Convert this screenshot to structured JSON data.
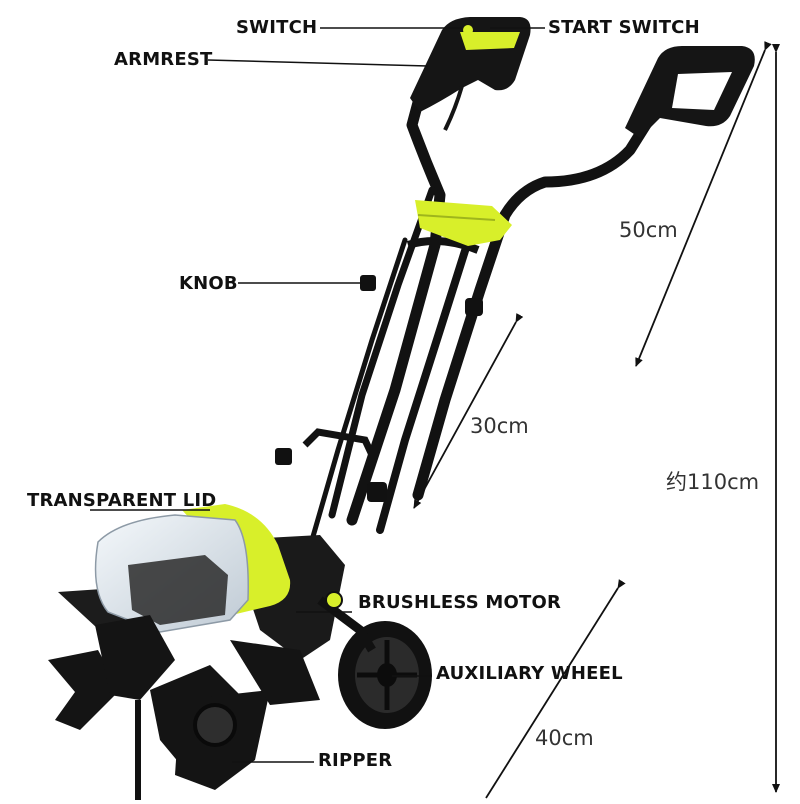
{
  "labels": {
    "switch": "SWITCH",
    "start_switch": "START SWITCH",
    "armrest": "ARMREST",
    "knob": "KNOB",
    "transparent_lid": "TRANSPARENT LID",
    "brushless_motor": "BRUSHLESS MOTOR",
    "auxiliary_wheel": "AUXILIARY WHEEL",
    "ripper": "RIPPER"
  },
  "dimensions": {
    "handle_width": "50cm",
    "frame_length": "30cm",
    "total_height": "约110cm",
    "tine_width": "40cm"
  },
  "colors": {
    "accent_yellow": "#d8ef2a",
    "body_black": "#161616",
    "lid_clear": "#dfe8f0"
  }
}
